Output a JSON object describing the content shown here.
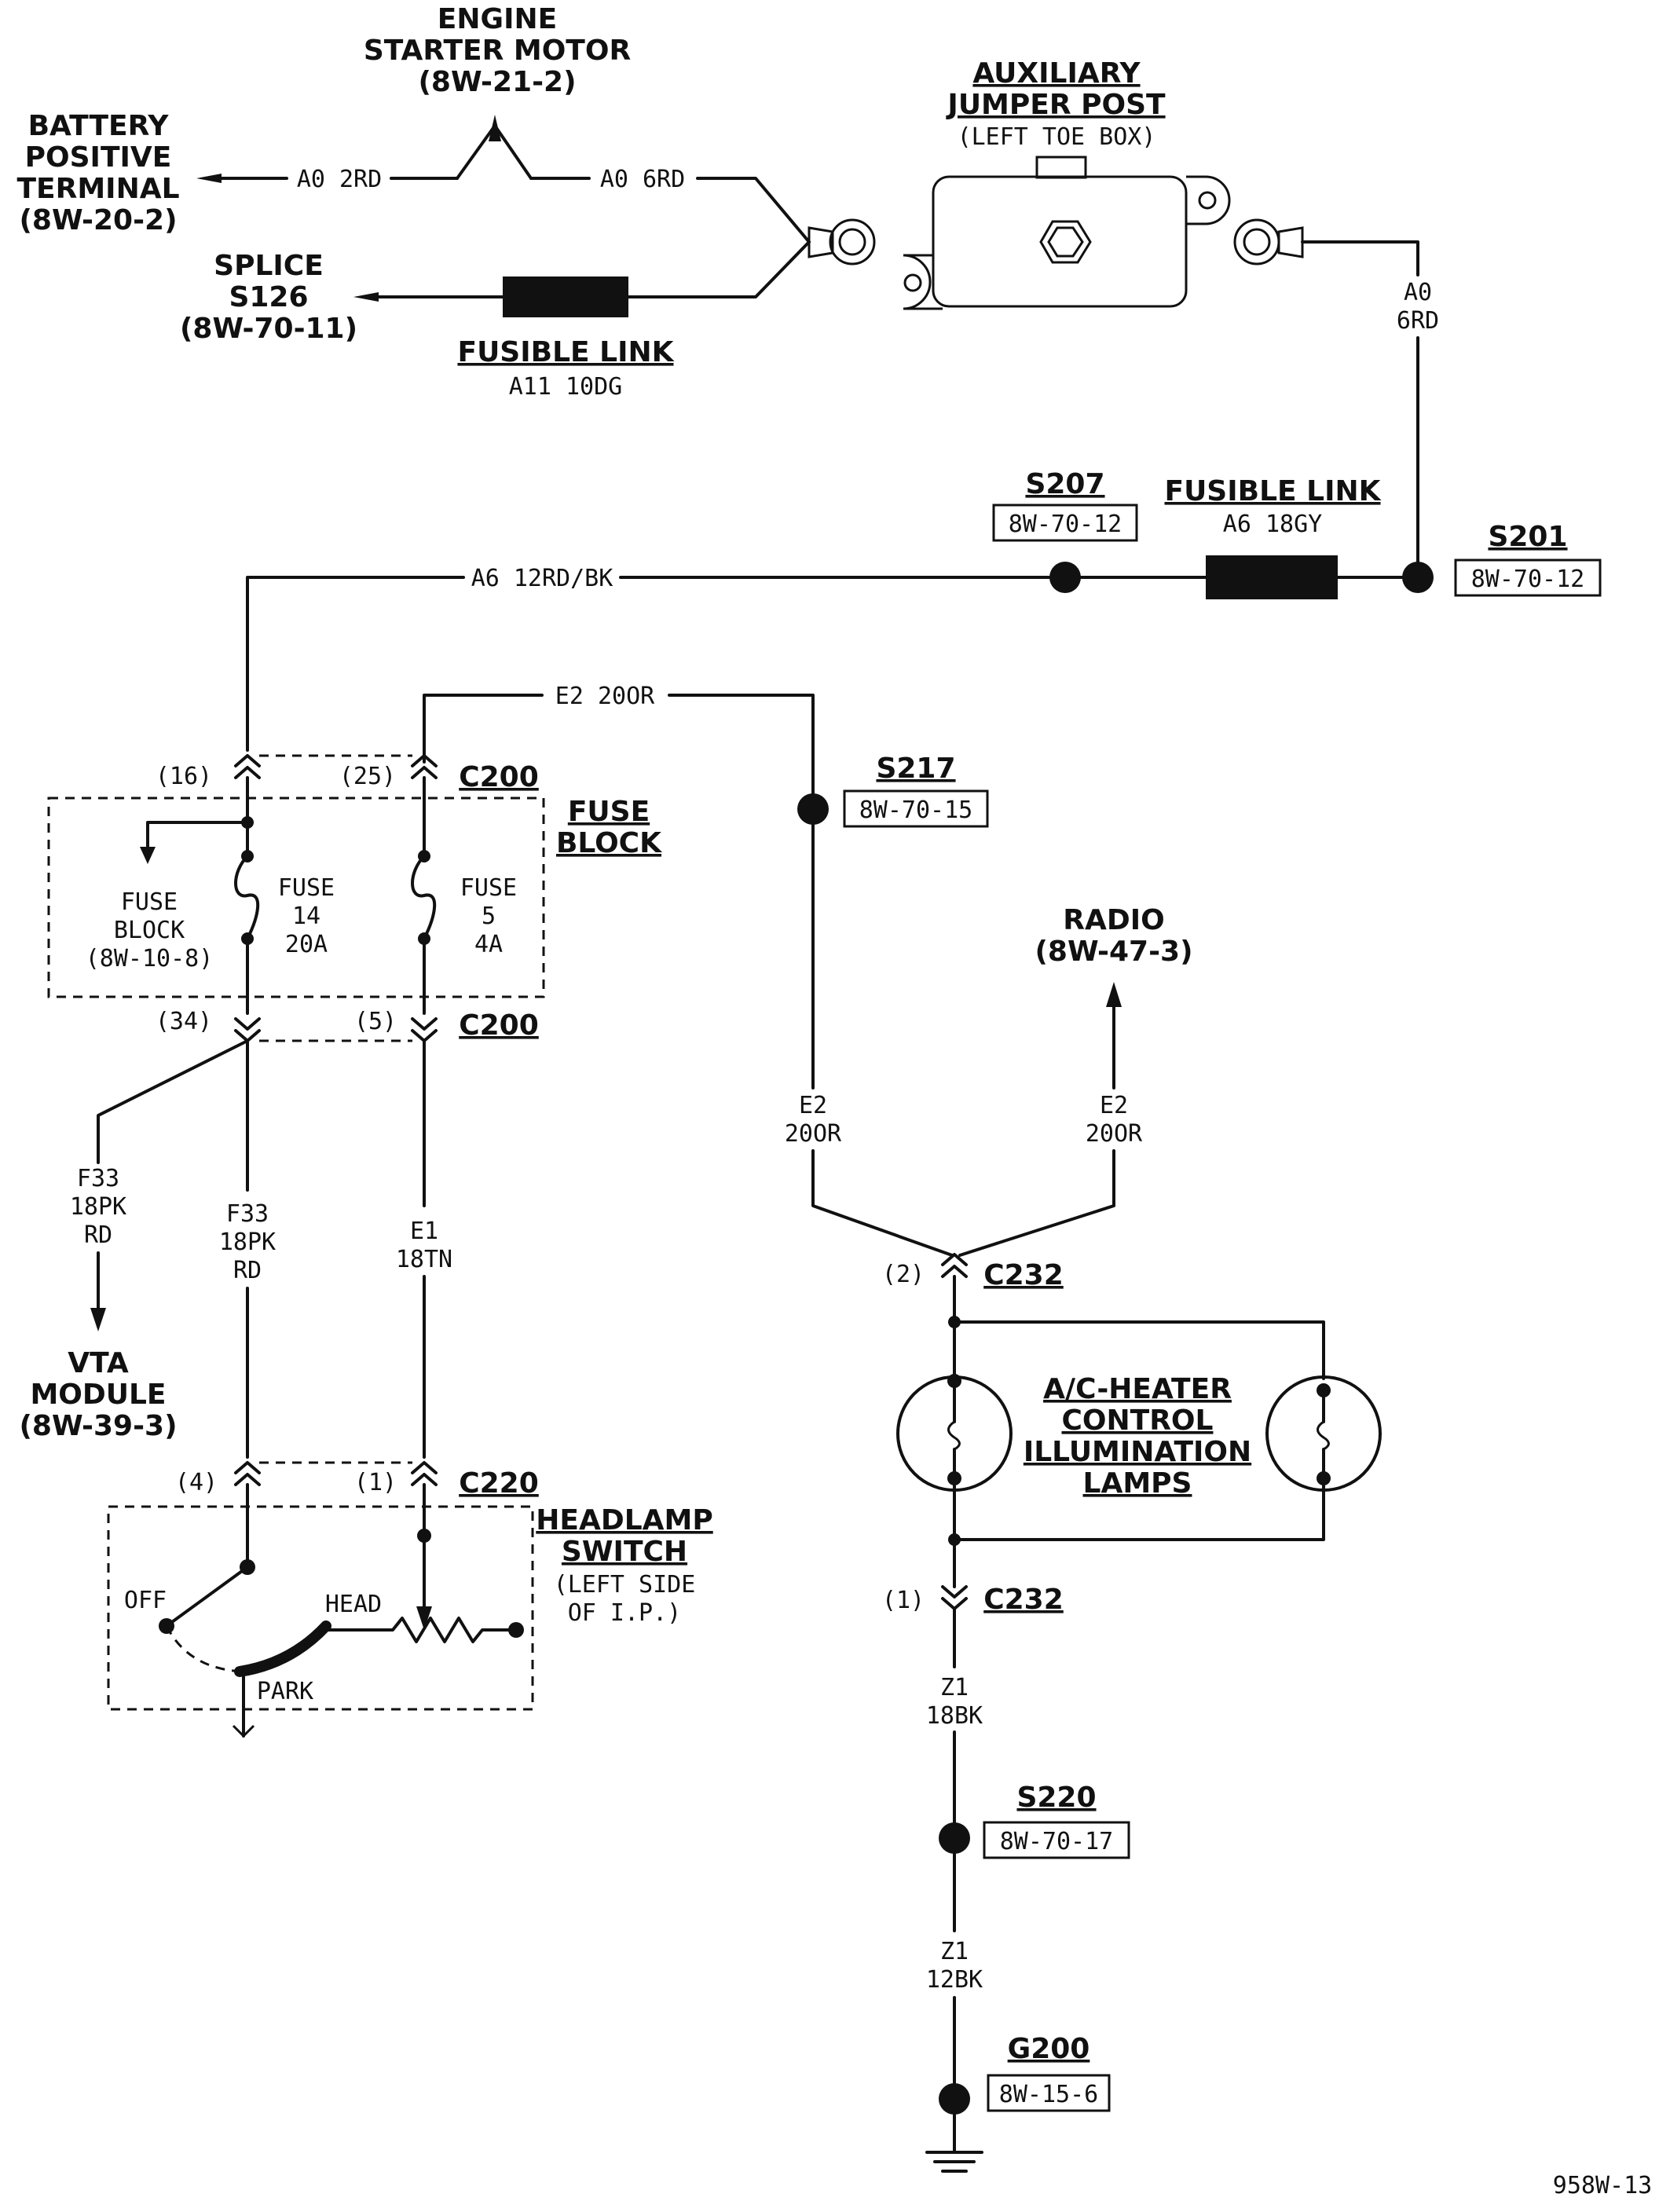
{
  "components": {
    "engine_starter": {
      "name_line1": "ENGINE",
      "name_line2": "STARTER MOTOR",
      "ref": "(8W-21-2)"
    },
    "battery": {
      "line1": "BATTERY",
      "line2": "POSITIVE",
      "line3": "TERMINAL",
      "ref": "(8W-20-2)"
    },
    "splice_s126": {
      "line1": "SPLICE",
      "line2": "S126",
      "ref": "(8W-70-11)"
    },
    "fusible_link_1": {
      "title": "FUSIBLE LINK",
      "wire": "A11 10DG"
    },
    "aux_jumper_post": {
      "line1": "AUXILIARY",
      "line2": "JUMPER POST",
      "location": "(LEFT TOE BOX)"
    },
    "s207": {
      "name": "S207",
      "ref": "8W-70-12"
    },
    "fusible_link_2": {
      "title": "FUSIBLE LINK",
      "wire": "A6 18GY"
    },
    "s201": {
      "name": "S201",
      "ref": "8W-70-12"
    },
    "s217": {
      "name": "S217",
      "ref": "8W-70-15"
    },
    "fuse_block": {
      "line1": "FUSE",
      "line2": "BLOCK",
      "sub1": "FUSE",
      "sub2": "BLOCK",
      "sub_ref": "(8W-10-8)"
    },
    "fuse14": {
      "line1": "FUSE",
      "line2": "14",
      "line3": "20A"
    },
    "fuse5": {
      "line1": "FUSE",
      "line2": "5",
      "line3": "4A"
    },
    "radio": {
      "name": "RADIO",
      "ref": "(8W-47-3)"
    },
    "vta_module": {
      "line1": "VTA",
      "line2": "MODULE",
      "ref": "(8W-39-3)"
    },
    "lamps": {
      "line1": "A/C-HEATER",
      "line2": "CONTROL",
      "line3": "ILLUMINATION",
      "line4": "LAMPS"
    },
    "headlamp_switch": {
      "line1": "HEADLAMP",
      "line2": "SWITCH",
      "loc1": "(LEFT SIDE",
      "loc2": "OF I.P.)",
      "off": "OFF",
      "head": "HEAD",
      "park": "PARK"
    },
    "s220": {
      "name": "S220",
      "ref": "8W-70-17"
    },
    "g200": {
      "name": "G200",
      "ref": "8W-15-6"
    }
  },
  "connectors": {
    "c200": "C200",
    "c220": "C220",
    "c232": "C232",
    "pins": {
      "p16": "(16)",
      "p25": "(25)",
      "p34": "(34)",
      "p5": "(5)",
      "p4": "(4)",
      "p1": "(1)",
      "p2": "(2)",
      "p1b": "(1)"
    }
  },
  "wires": {
    "a0_2rd": "A0 2RD",
    "a0_6rd": "A0 6RD",
    "a0_6rd_v1": "A0",
    "a0_6rd_v2": "6RD",
    "a6_12rdbk": "A6 12RD/BK",
    "e2_20or": "E2 20OR",
    "e2_a1": "E2",
    "e2_a2": "20OR",
    "e2_b1": "E2",
    "e2_b2": "20OR",
    "f33a1": "F33",
    "f33a2": "18PK",
    "f33a3": "RD",
    "f33b1": "F33",
    "f33b2": "18PK",
    "f33b3": "RD",
    "e1_1": "E1",
    "e1_2": "18TN",
    "z1a1": "Z1",
    "z1a2": "18BK",
    "z1b1": "Z1",
    "z1b2": "12BK"
  },
  "page_code": "958W-13"
}
